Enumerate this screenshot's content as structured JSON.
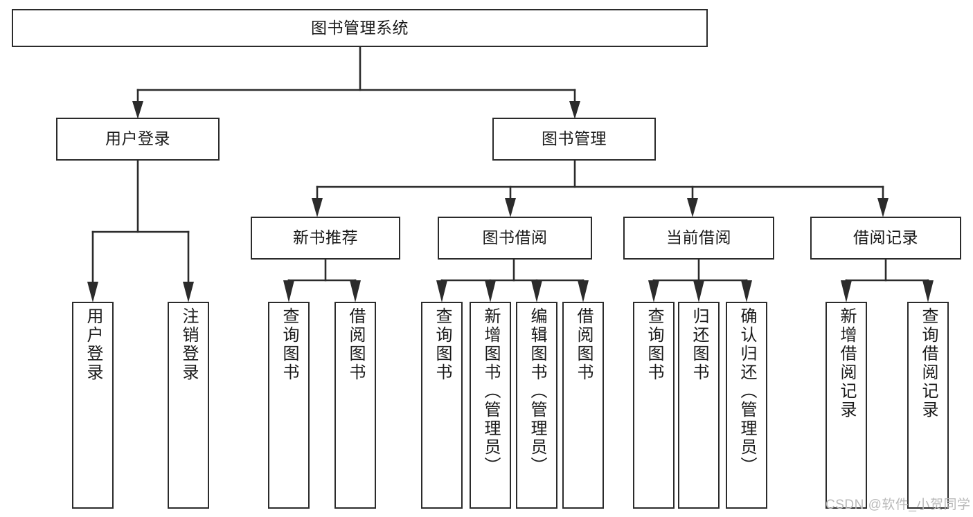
{
  "diagram": {
    "title": "图书管理系统",
    "watermark": "CSDN @软件_小贺同学",
    "root": {
      "label": "图书管理系统"
    },
    "level2": [
      {
        "label": "用户登录"
      },
      {
        "label": "图书管理"
      }
    ],
    "level3": [
      {
        "label": "新书推荐"
      },
      {
        "label": "图书借阅"
      },
      {
        "label": "当前借阅"
      },
      {
        "label": "借阅记录"
      }
    ],
    "leaves": {
      "user_login": [
        {
          "label": "用户登录"
        },
        {
          "label": "注销登录"
        }
      ],
      "new_book_recommend": [
        {
          "label": "查询图书"
        },
        {
          "label": "借阅图书"
        }
      ],
      "book_borrow": [
        {
          "label": "查询图书"
        },
        {
          "label": "新增图书（管理员）"
        },
        {
          "label": "编辑图书（管理员）"
        },
        {
          "label": "借阅图书"
        }
      ],
      "current_borrow": [
        {
          "label": "查询图书"
        },
        {
          "label": "归还图书"
        },
        {
          "label": "确认归还（管理员）"
        }
      ],
      "borrow_record": [
        {
          "label": "新增借阅记录"
        },
        {
          "label": "查询借阅记录"
        }
      ]
    },
    "colors": {
      "line": "#2b2b2b",
      "box_fill": "#ffffff",
      "text": "#1a1a1a",
      "watermark": "#b9b9b9"
    }
  }
}
